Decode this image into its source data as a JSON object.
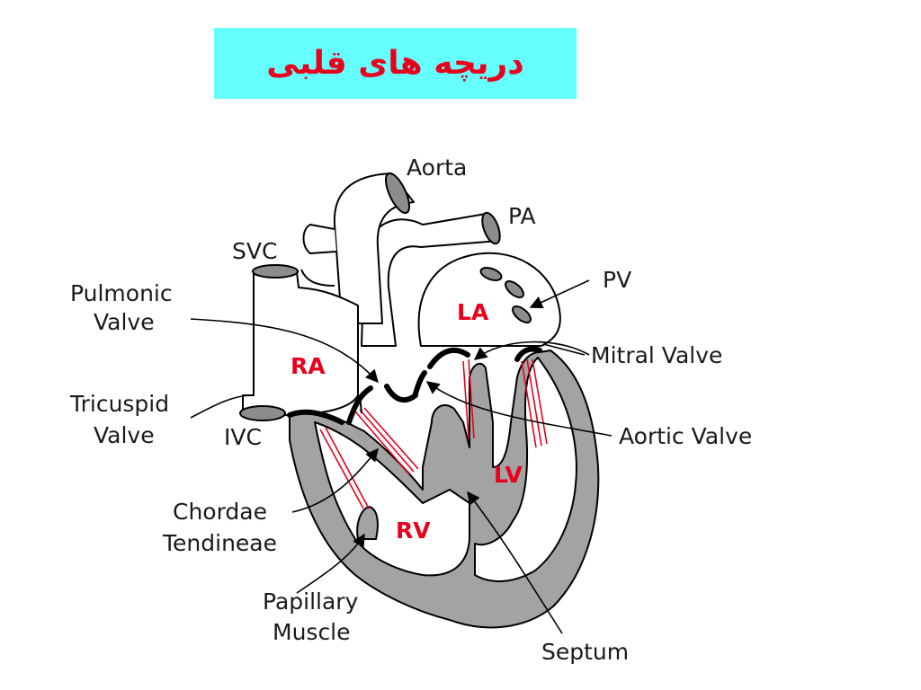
{
  "title": "دریچه های قلبی",
  "labels": {
    "aorta": "Aorta",
    "pa": "PA",
    "svc": "SVC",
    "pv": "PV",
    "pulmonic_valve_1": "Pulmonic",
    "pulmonic_valve_2": "Valve",
    "mitral_valve": "Mitral Valve",
    "tricuspid_valve_1": "Tricuspid",
    "tricuspid_valve_2": "Valve",
    "ivc": "IVC",
    "aortic_valve": "Aortic Valve",
    "chordae_1": "Chordae",
    "chordae_2": "Tendineae",
    "papillary_1": "Papillary",
    "papillary_2": "Muscle",
    "septum": "Septum"
  },
  "chambers": {
    "ra": "RA",
    "la": "LA",
    "lv": "LV",
    "rv": "RV"
  },
  "colors": {
    "title_bg": "#66ffff",
    "title_text": "#e8001c",
    "chamber_text": "#e8001c",
    "chordae": "#e8001c",
    "muscle": "#a3a3a3"
  }
}
